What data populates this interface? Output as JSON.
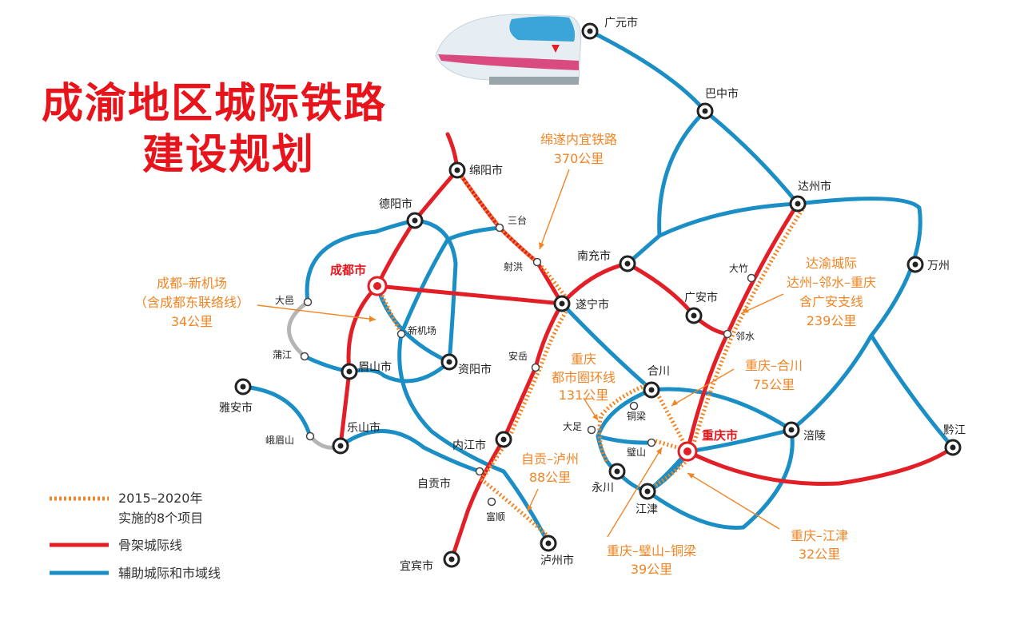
{
  "title": {
    "line1": "成渝地区城际铁路",
    "line2": "建设规划"
  },
  "stations": {
    "guangyuan": "广元市",
    "bazhong": "巴中市",
    "dazhou": "达州市",
    "wanzhou": "万州",
    "mianyang": "绵阳市",
    "santai": "三台",
    "shehong": "射洪",
    "deyang": "德阳市",
    "nanchong": "南充市",
    "chengdu": "成都市",
    "suining": "遂宁市",
    "guangan": "广安市",
    "dazhu": "大竹",
    "linshui": "邻水",
    "dayi": "大邑",
    "xinjichang": "新机场",
    "pujiang": "蒲江",
    "meishan": "眉山市",
    "ziyang": "资阳市",
    "anyue": "安岳",
    "hechuan": "合川",
    "tongliang": "铜梁",
    "dazu": "大足",
    "bishan": "璧山",
    "chongqing": "重庆市",
    "fuling": "涪陵",
    "qianjiang": "黔江",
    "yaan": "雅安市",
    "emeishan": "峨眉山",
    "leshan": "乐山市",
    "neijiang": "内江市",
    "zigong": "自贡市",
    "fushun": "富顺",
    "yongchuan": "永川",
    "jiangjin": "江津",
    "yibin": "宜宾市",
    "luzhou": "泸州市"
  },
  "annotations": {
    "mianyang_suining": [
      "绵遂内宜铁路",
      "370公里"
    ],
    "chengdu_airport": [
      "成都–新机场",
      "（含成都东联络线）",
      "34公里"
    ],
    "dazhou_chongqing": [
      "达渝城际",
      "达州–邻水–重庆",
      "含广安支线",
      "239公里"
    ],
    "cq_hechuan": [
      "重庆–合川",
      "75公里"
    ],
    "cq_ring": [
      "重庆",
      "都市圈环线",
      "131公里"
    ],
    "zigong_luzhou": [
      "自贡–泸州",
      "88公里"
    ],
    "cq_bishan_tongliang": [
      "重庆–璧山–铜梁",
      "39公里"
    ],
    "cq_jiangjin": [
      "重庆–江津",
      "32公里"
    ]
  },
  "legend": [
    {
      "label": "2015–2020年",
      "label2": "实施的8个项目",
      "style": "dotted",
      "color": "#f08524"
    },
    {
      "label": "骨架城际线",
      "style": "solid",
      "color": "#e21f26"
    },
    {
      "label": "辅助城际和市域线",
      "style": "solid",
      "color": "#1a8ec5"
    }
  ],
  "colors": {
    "skeleton": "#e21f26",
    "auxiliary": "#1a8ec5",
    "project": "#f08524",
    "gray": "#b5b5b5",
    "title": "#e8141c"
  }
}
